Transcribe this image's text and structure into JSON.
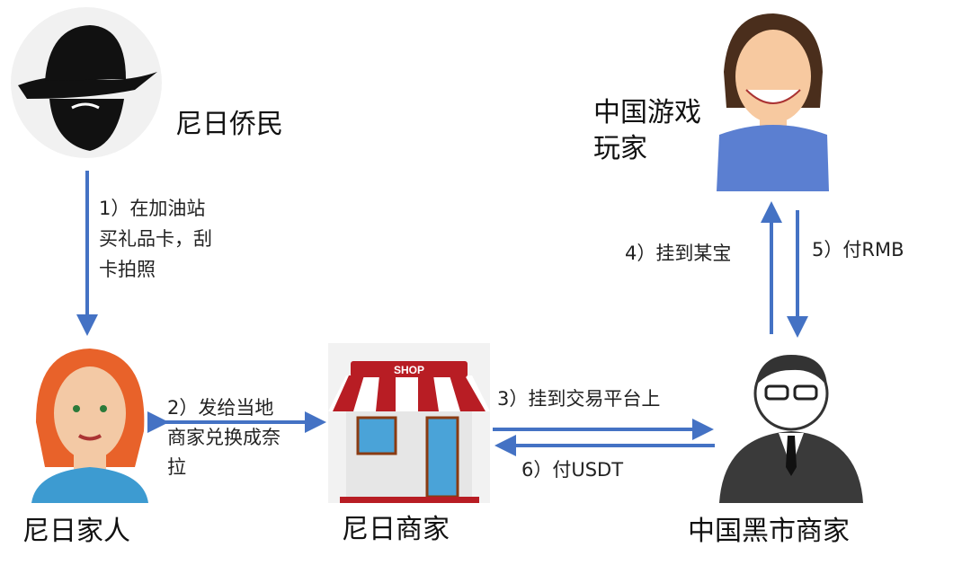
{
  "nodes": {
    "diaspora": "尼日侨民",
    "family": "尼日家人",
    "merchant": "尼日商家",
    "black_market": "中国黑市商家",
    "player_line1": "中国游戏",
    "player_line2": "玩家"
  },
  "shop_sign": "SHOP",
  "steps": {
    "s1": [
      "1）在加油站",
      "买礼品卡，刮",
      "卡拍照"
    ],
    "s2": [
      "2）发给当地",
      "商家兑换成奈",
      "拉"
    ],
    "s3": "3）挂到交易平台上",
    "s4": "4）挂到某宝",
    "s5": "5）付RMB",
    "s6": "6）付USDT"
  },
  "colors": {
    "arrow": "#4472c4"
  }
}
